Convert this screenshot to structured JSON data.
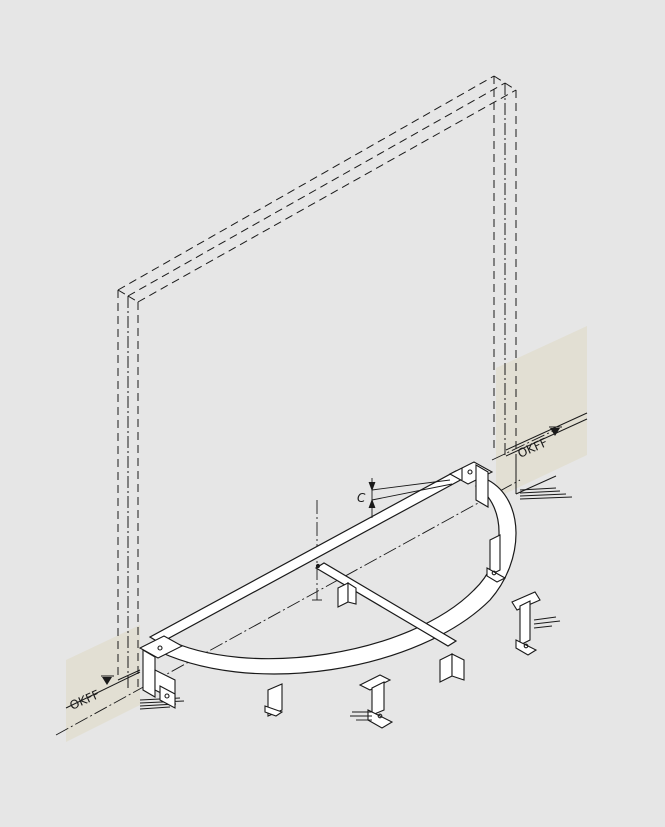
{
  "labels": {
    "okff_left": "OKFF",
    "okff_right": "OKFF",
    "dimension_c": "C"
  },
  "colors": {
    "background": "#e6e6e6",
    "floor_zone": "#e2dfd3",
    "line": "#1a1a1a",
    "frame_fill": "#ffffff"
  }
}
